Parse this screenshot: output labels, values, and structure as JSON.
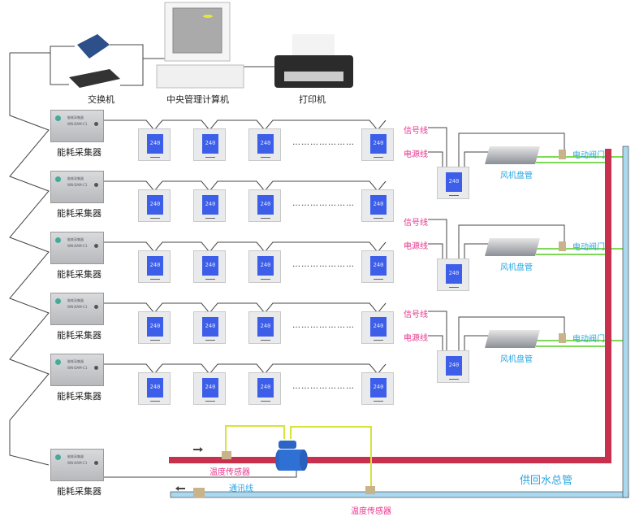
{
  "top": {
    "switch_label": "交换机",
    "computer_label": "中央管理计算机",
    "printer_label": "打印机"
  },
  "collector": {
    "label": "能耗采集器",
    "plate_title": "能耗采集器",
    "plate_model": "WN-DAM-C1"
  },
  "thermostat": {
    "display": "240"
  },
  "dots": "…………………",
  "fan_coil_units": [
    {
      "signal": "信号线",
      "power": "电源线",
      "fan_coil": "风机盘管",
      "valve": "电动阀门"
    },
    {
      "signal": "信号线",
      "power": "电源线",
      "fan_coil": "风机盘管",
      "valve": "电动阀门"
    },
    {
      "signal": "信号线",
      "power": "电源线",
      "fan_coil": "风机盘管",
      "valve": "电动阀门"
    }
  ],
  "pipes": {
    "main_label": "供回水总管",
    "sensor1": "温度传感器",
    "sensor2": "温度传感器",
    "comm_line": "通讯线"
  },
  "colors": {
    "supply_pipe": "#c8314d",
    "return_pipe": "#a9d8ef",
    "sensor_wire": "#d6e33a",
    "valve_pipe": "#7ed957",
    "signal_text": "#e8338b",
    "label_blue": "#2aa6e0"
  }
}
